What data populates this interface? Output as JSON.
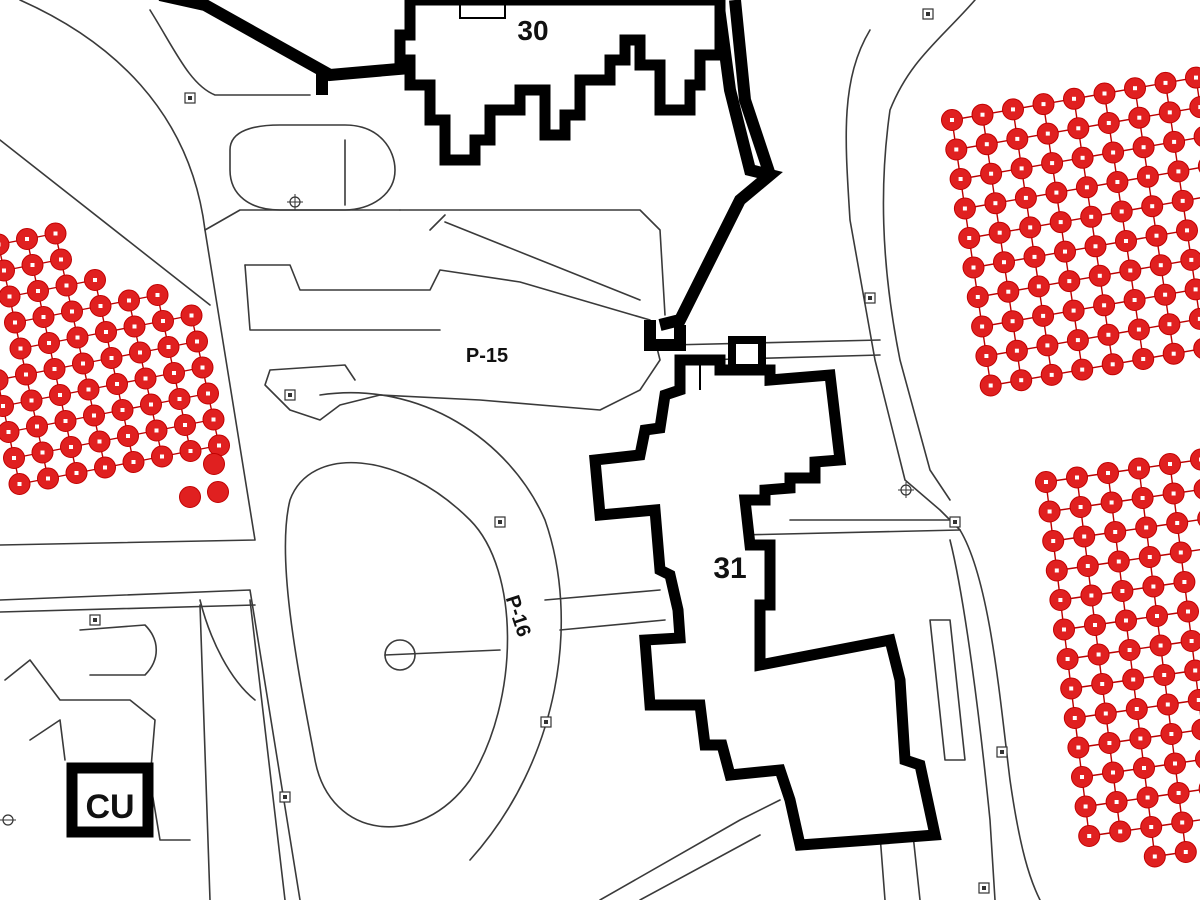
{
  "map": {
    "buildings": [
      {
        "id": "building-30",
        "label": "30"
      },
      {
        "id": "building-31",
        "label": "31"
      },
      {
        "id": "building-cu",
        "label": "CU"
      }
    ],
    "parking_lots": [
      {
        "id": "parking-p15",
        "label": "P-15"
      },
      {
        "id": "parking-p16",
        "label": "P-16"
      }
    ],
    "solar_array_color": "#e02020",
    "building_outline_color": "#000000",
    "road_line_color": "#3a3a3a"
  }
}
